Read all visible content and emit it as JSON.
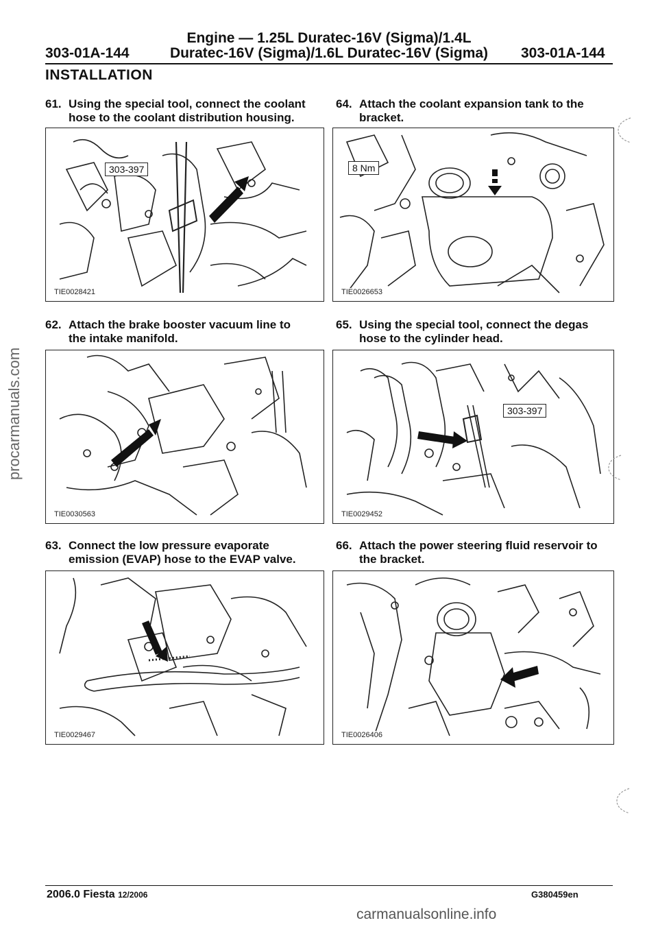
{
  "header": {
    "title_line1": "Engine — 1.25L Duratec-16V (Sigma)/1.4L",
    "title_line2": "Duratec-16V (Sigma)/1.6L Duratec-16V (Sigma)",
    "code_left": "303-01A-144",
    "code_right": "303-01A-144"
  },
  "section_title": "INSTALLATION",
  "steps": [
    {
      "num": "61.",
      "line1": "Using the special tool, connect the coolant",
      "line2": "hose to the coolant distribution housing.",
      "figure_id": "TIE0028421",
      "callout": "303-397"
    },
    {
      "num": "62.",
      "line1": "Attach the brake booster vacuum line to",
      "line2": "the intake manifold.",
      "figure_id": "TIE0030563",
      "callout": ""
    },
    {
      "num": "63.",
      "line1": "Connect the low pressure evaporate",
      "line2": "emission (EVAP) hose to the EVAP valve.",
      "figure_id": "TIE0029467",
      "callout": ""
    },
    {
      "num": "64.",
      "line1": "Attach the coolant expansion tank to the",
      "line2": "bracket.",
      "figure_id": "TIE0026653",
      "callout": "8 Nm"
    },
    {
      "num": "65.",
      "line1": "Using the special tool, connect the degas",
      "line2": "hose to the cylinder head.",
      "figure_id": "TIE0029452",
      "callout": "303-397"
    },
    {
      "num": "66.",
      "line1": "Attach the power steering fluid reservoir to",
      "line2": "the bracket.",
      "figure_id": "TIE0026406",
      "callout": ""
    }
  ],
  "footer": {
    "vehicle": "2006.0 Fiesta",
    "date": "12/2006",
    "doc_code": "G380459en"
  },
  "watermarks": {
    "side": "procarmanuals.com",
    "bottom": "carmanualsonline.info"
  }
}
